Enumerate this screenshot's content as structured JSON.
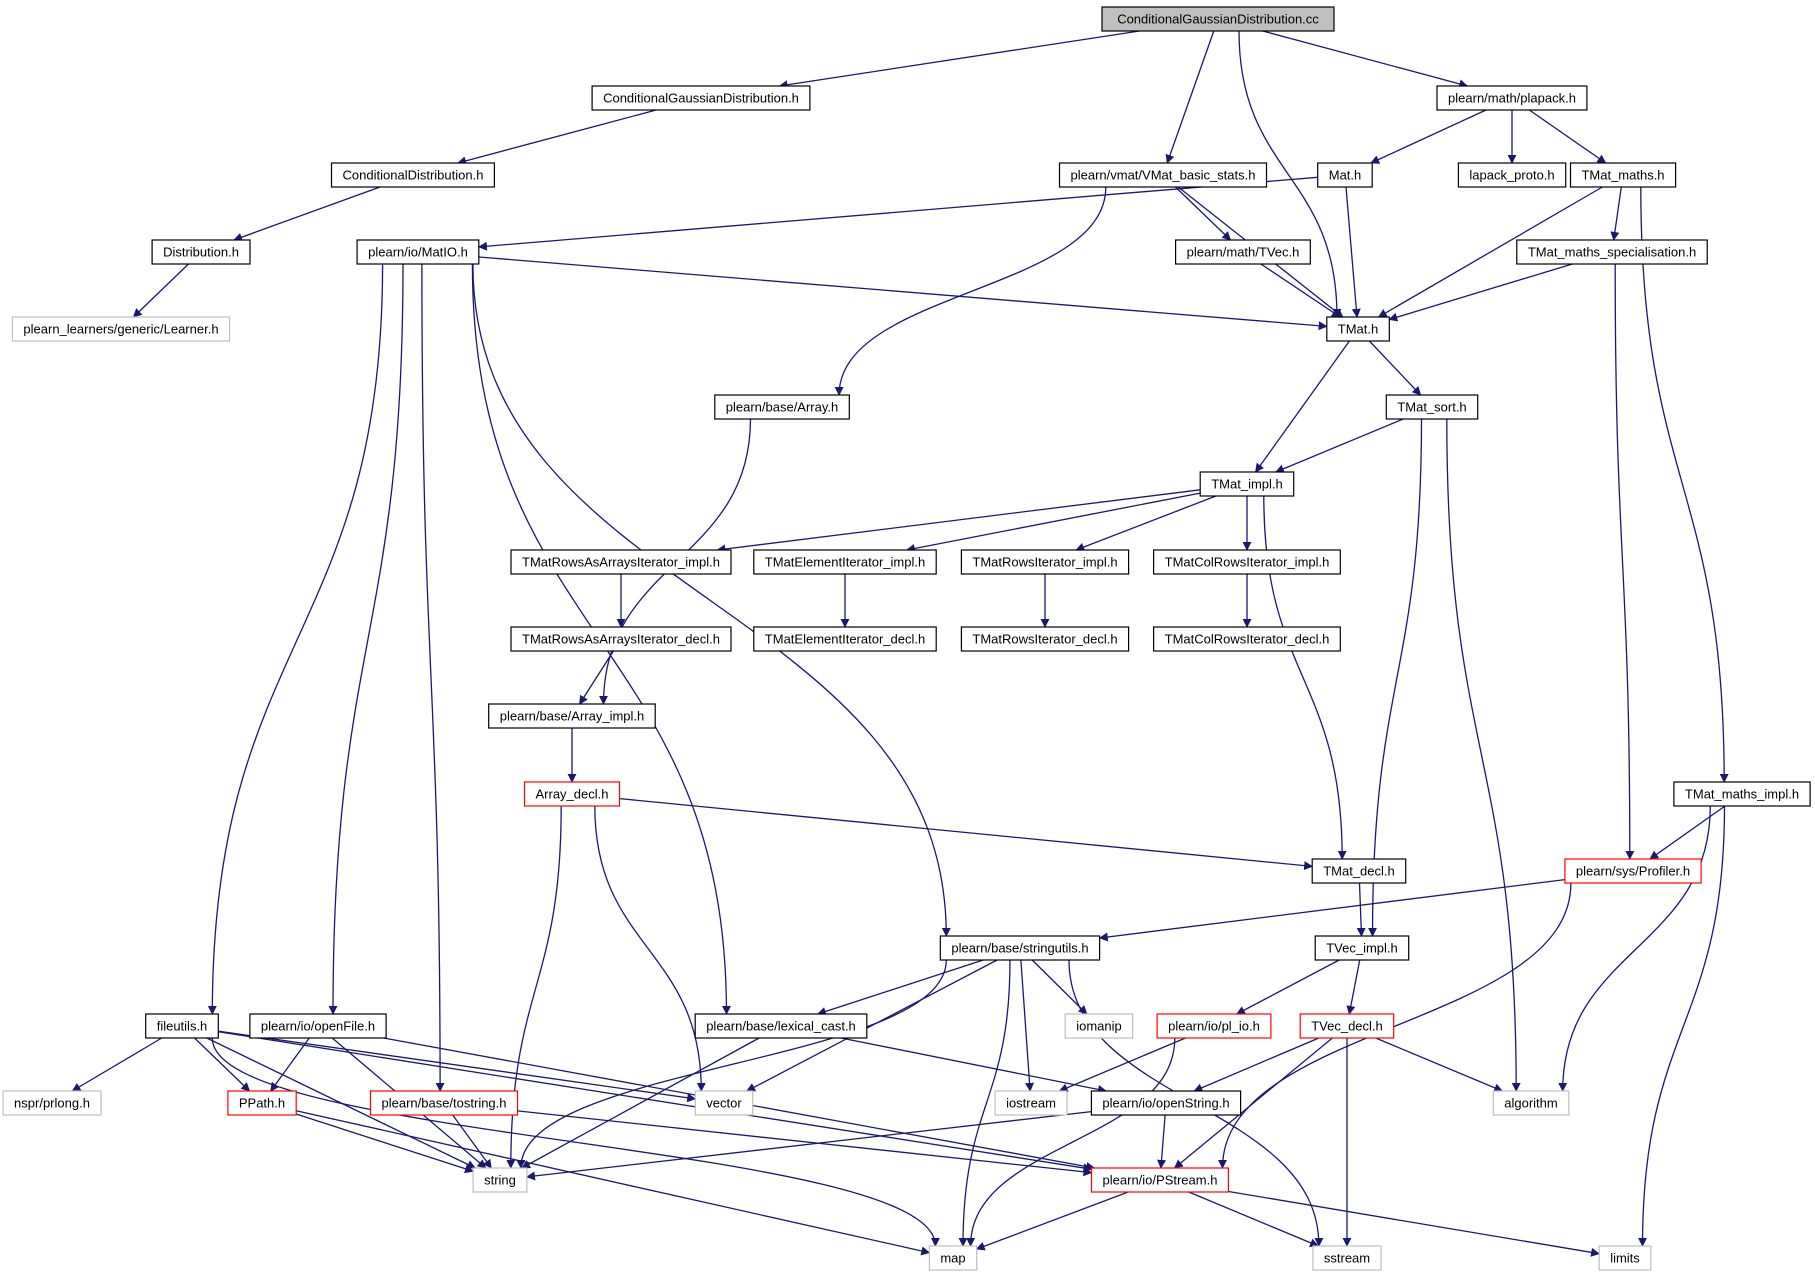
{
  "colors": {
    "edge": "#191970",
    "root_fill": "#bfbfbf",
    "node_border": "#000000",
    "external_border": "#bfbfbf",
    "truncated_border": "#ff0000",
    "node_text": "#000000"
  },
  "nodes": [
    {
      "id": "cgd_cc",
      "label": "ConditionalGaussianDistribution.cc",
      "kind": "root"
    },
    {
      "id": "cgd_h",
      "label": "ConditionalGaussianDistribution.h",
      "kind": "normal"
    },
    {
      "id": "plapack",
      "label": "plearn/math/plapack.h",
      "kind": "normal"
    },
    {
      "id": "conddist",
      "label": "ConditionalDistribution.h",
      "kind": "normal"
    },
    {
      "id": "vmat_stats",
      "label": "plearn/vmat/VMat_basic_stats.h",
      "kind": "normal"
    },
    {
      "id": "mat_h",
      "label": "Mat.h",
      "kind": "normal"
    },
    {
      "id": "lapack",
      "label": "lapack_proto.h",
      "kind": "normal"
    },
    {
      "id": "tmat_maths",
      "label": "TMat_maths.h",
      "kind": "normal"
    },
    {
      "id": "distribution",
      "label": "Distribution.h",
      "kind": "normal"
    },
    {
      "id": "matio",
      "label": "plearn/io/MatIO.h",
      "kind": "normal"
    },
    {
      "id": "tvec_h",
      "label": "plearn/math/TVec.h",
      "kind": "normal"
    },
    {
      "id": "tmat_spec",
      "label": "TMat_maths_specialisation.h",
      "kind": "normal"
    },
    {
      "id": "learner",
      "label": "plearn_learners/generic/Learner.h",
      "kind": "external"
    },
    {
      "id": "tmat_h",
      "label": "TMat.h",
      "kind": "normal"
    },
    {
      "id": "array_h",
      "label": "plearn/base/Array.h",
      "kind": "normal"
    },
    {
      "id": "tmat_sort",
      "label": "TMat_sort.h",
      "kind": "normal"
    },
    {
      "id": "tmat_impl",
      "label": "TMat_impl.h",
      "kind": "normal"
    },
    {
      "id": "rows_arrays_impl",
      "label": "TMatRowsAsArraysIterator_impl.h",
      "kind": "normal"
    },
    {
      "id": "elem_impl",
      "label": "TMatElementIterator_impl.h",
      "kind": "normal"
    },
    {
      "id": "rows_impl",
      "label": "TMatRowsIterator_impl.h",
      "kind": "normal"
    },
    {
      "id": "colrows_impl",
      "label": "TMatColRowsIterator_impl.h",
      "kind": "normal"
    },
    {
      "id": "rows_arrays_decl",
      "label": "TMatRowsAsArraysIterator_decl.h",
      "kind": "normal"
    },
    {
      "id": "elem_decl",
      "label": "TMatElementIterator_decl.h",
      "kind": "normal"
    },
    {
      "id": "rows_decl",
      "label": "TMatRowsIterator_decl.h",
      "kind": "normal"
    },
    {
      "id": "colrows_decl",
      "label": "TMatColRowsIterator_decl.h",
      "kind": "normal"
    },
    {
      "id": "array_impl",
      "label": "plearn/base/Array_impl.h",
      "kind": "normal"
    },
    {
      "id": "array_decl",
      "label": "Array_decl.h",
      "kind": "truncated"
    },
    {
      "id": "tmat_maths_impl",
      "label": "TMat_maths_impl.h",
      "kind": "normal"
    },
    {
      "id": "profiler",
      "label": "plearn/sys/Profiler.h",
      "kind": "truncated"
    },
    {
      "id": "tmat_decl",
      "label": "TMat_decl.h",
      "kind": "normal"
    },
    {
      "id": "stringutils",
      "label": "plearn/base/stringutils.h",
      "kind": "normal"
    },
    {
      "id": "tvec_impl",
      "label": "TVec_impl.h",
      "kind": "normal"
    },
    {
      "id": "fileutils",
      "label": "fileutils.h",
      "kind": "normal"
    },
    {
      "id": "openfile",
      "label": "plearn/io/openFile.h",
      "kind": "normal"
    },
    {
      "id": "lexical_cast",
      "label": "plearn/base/lexical_cast.h",
      "kind": "normal"
    },
    {
      "id": "iomanip",
      "label": "iomanip",
      "kind": "external"
    },
    {
      "id": "pl_io",
      "label": "plearn/io/pl_io.h",
      "kind": "truncated"
    },
    {
      "id": "tvec_decl",
      "label": "TVec_decl.h",
      "kind": "truncated"
    },
    {
      "id": "nspr",
      "label": "nspr/prlong.h",
      "kind": "external"
    },
    {
      "id": "ppath",
      "label": "PPath.h",
      "kind": "truncated"
    },
    {
      "id": "tostring",
      "label": "plearn/base/tostring.h",
      "kind": "truncated"
    },
    {
      "id": "vector",
      "label": "vector",
      "kind": "external"
    },
    {
      "id": "iostream",
      "label": "iostream",
      "kind": "external"
    },
    {
      "id": "openstring",
      "label": "plearn/io/openString.h",
      "kind": "normal"
    },
    {
      "id": "algorithm",
      "label": "algorithm",
      "kind": "external"
    },
    {
      "id": "string",
      "label": "string",
      "kind": "external"
    },
    {
      "id": "pstream",
      "label": "plearn/io/PStream.h",
      "kind": "truncated"
    },
    {
      "id": "map",
      "label": "map",
      "kind": "external"
    },
    {
      "id": "sstream",
      "label": "sstream",
      "kind": "external"
    },
    {
      "id": "limits",
      "label": "limits",
      "kind": "external"
    }
  ],
  "edges": [
    [
      "cgd_cc",
      "cgd_h"
    ],
    [
      "cgd_cc",
      "plapack"
    ],
    [
      "cgd_cc",
      "vmat_stats"
    ],
    [
      "cgd_cc",
      "tmat_h"
    ],
    [
      "cgd_h",
      "conddist"
    ],
    [
      "conddist",
      "distribution"
    ],
    [
      "distribution",
      "learner"
    ],
    [
      "plapack",
      "mat_h"
    ],
    [
      "plapack",
      "lapack"
    ],
    [
      "plapack",
      "tmat_maths"
    ],
    [
      "vmat_stats",
      "tvec_h"
    ],
    [
      "vmat_stats",
      "tmat_h"
    ],
    [
      "vmat_stats",
      "array_h"
    ],
    [
      "mat_h",
      "matio"
    ],
    [
      "mat_h",
      "tmat_h"
    ],
    [
      "tmat_maths",
      "tmat_spec"
    ],
    [
      "tmat_maths",
      "tmat_h"
    ],
    [
      "tmat_maths",
      "tmat_maths_impl"
    ],
    [
      "tvec_h",
      "tmat_h"
    ],
    [
      "tmat_spec",
      "tmat_h"
    ],
    [
      "tmat_spec",
      "profiler"
    ],
    [
      "matio",
      "tmat_h"
    ],
    [
      "matio",
      "fileutils"
    ],
    [
      "matio",
      "openfile"
    ],
    [
      "matio",
      "tostring"
    ],
    [
      "matio",
      "lexical_cast"
    ],
    [
      "matio",
      "stringutils"
    ],
    [
      "tmat_h",
      "tmat_impl"
    ],
    [
      "tmat_h",
      "tmat_sort"
    ],
    [
      "tmat_sort",
      "tmat_impl"
    ],
    [
      "tmat_sort",
      "tvec_impl"
    ],
    [
      "tmat_sort",
      "algorithm"
    ],
    [
      "array_h",
      "array_impl"
    ],
    [
      "tmat_impl",
      "rows_arrays_impl"
    ],
    [
      "tmat_impl",
      "elem_impl"
    ],
    [
      "tmat_impl",
      "rows_impl"
    ],
    [
      "tmat_impl",
      "colrows_impl"
    ],
    [
      "tmat_impl",
      "tmat_decl"
    ],
    [
      "rows_arrays_impl",
      "rows_arrays_decl"
    ],
    [
      "elem_impl",
      "elem_decl"
    ],
    [
      "rows_impl",
      "rows_decl"
    ],
    [
      "colrows_impl",
      "colrows_decl"
    ],
    [
      "rows_arrays_decl",
      "array_impl"
    ],
    [
      "array_impl",
      "array_decl"
    ],
    [
      "array_decl",
      "tmat_decl"
    ],
    [
      "array_decl",
      "vector"
    ],
    [
      "array_decl",
      "string"
    ],
    [
      "tmat_maths_impl",
      "profiler"
    ],
    [
      "tmat_maths_impl",
      "algorithm"
    ],
    [
      "tmat_maths_impl",
      "limits"
    ],
    [
      "profiler",
      "stringutils"
    ],
    [
      "profiler",
      "pstream"
    ],
    [
      "tmat_decl",
      "tvec_impl"
    ],
    [
      "stringutils",
      "lexical_cast"
    ],
    [
      "stringutils",
      "iomanip"
    ],
    [
      "stringutils",
      "vector"
    ],
    [
      "stringutils",
      "string"
    ],
    [
      "stringutils",
      "map"
    ],
    [
      "stringutils",
      "iostream"
    ],
    [
      "stringutils",
      "sstream"
    ],
    [
      "tvec_impl",
      "pl_io"
    ],
    [
      "tvec_impl",
      "tvec_decl"
    ],
    [
      "fileutils",
      "nspr"
    ],
    [
      "fileutils",
      "ppath"
    ],
    [
      "fileutils",
      "vector"
    ],
    [
      "fileutils",
      "string"
    ],
    [
      "fileutils",
      "map"
    ],
    [
      "fileutils",
      "pstream"
    ],
    [
      "openfile",
      "ppath"
    ],
    [
      "openfile",
      "string"
    ],
    [
      "openfile",
      "pstream"
    ],
    [
      "lexical_cast",
      "string"
    ],
    [
      "lexical_cast",
      "openstring"
    ],
    [
      "pl_io",
      "iostream"
    ],
    [
      "pl_io",
      "map"
    ],
    [
      "tvec_decl",
      "openstring"
    ],
    [
      "tvec_decl",
      "algorithm"
    ],
    [
      "tvec_decl",
      "pstream"
    ],
    [
      "tvec_decl",
      "sstream"
    ],
    [
      "ppath",
      "string"
    ],
    [
      "ppath",
      "map"
    ],
    [
      "tostring",
      "string"
    ],
    [
      "tostring",
      "pstream"
    ],
    [
      "openstring",
      "pstream"
    ],
    [
      "openstring",
      "string"
    ],
    [
      "pstream",
      "map"
    ],
    [
      "pstream",
      "sstream"
    ],
    [
      "pstream",
      "limits"
    ]
  ]
}
